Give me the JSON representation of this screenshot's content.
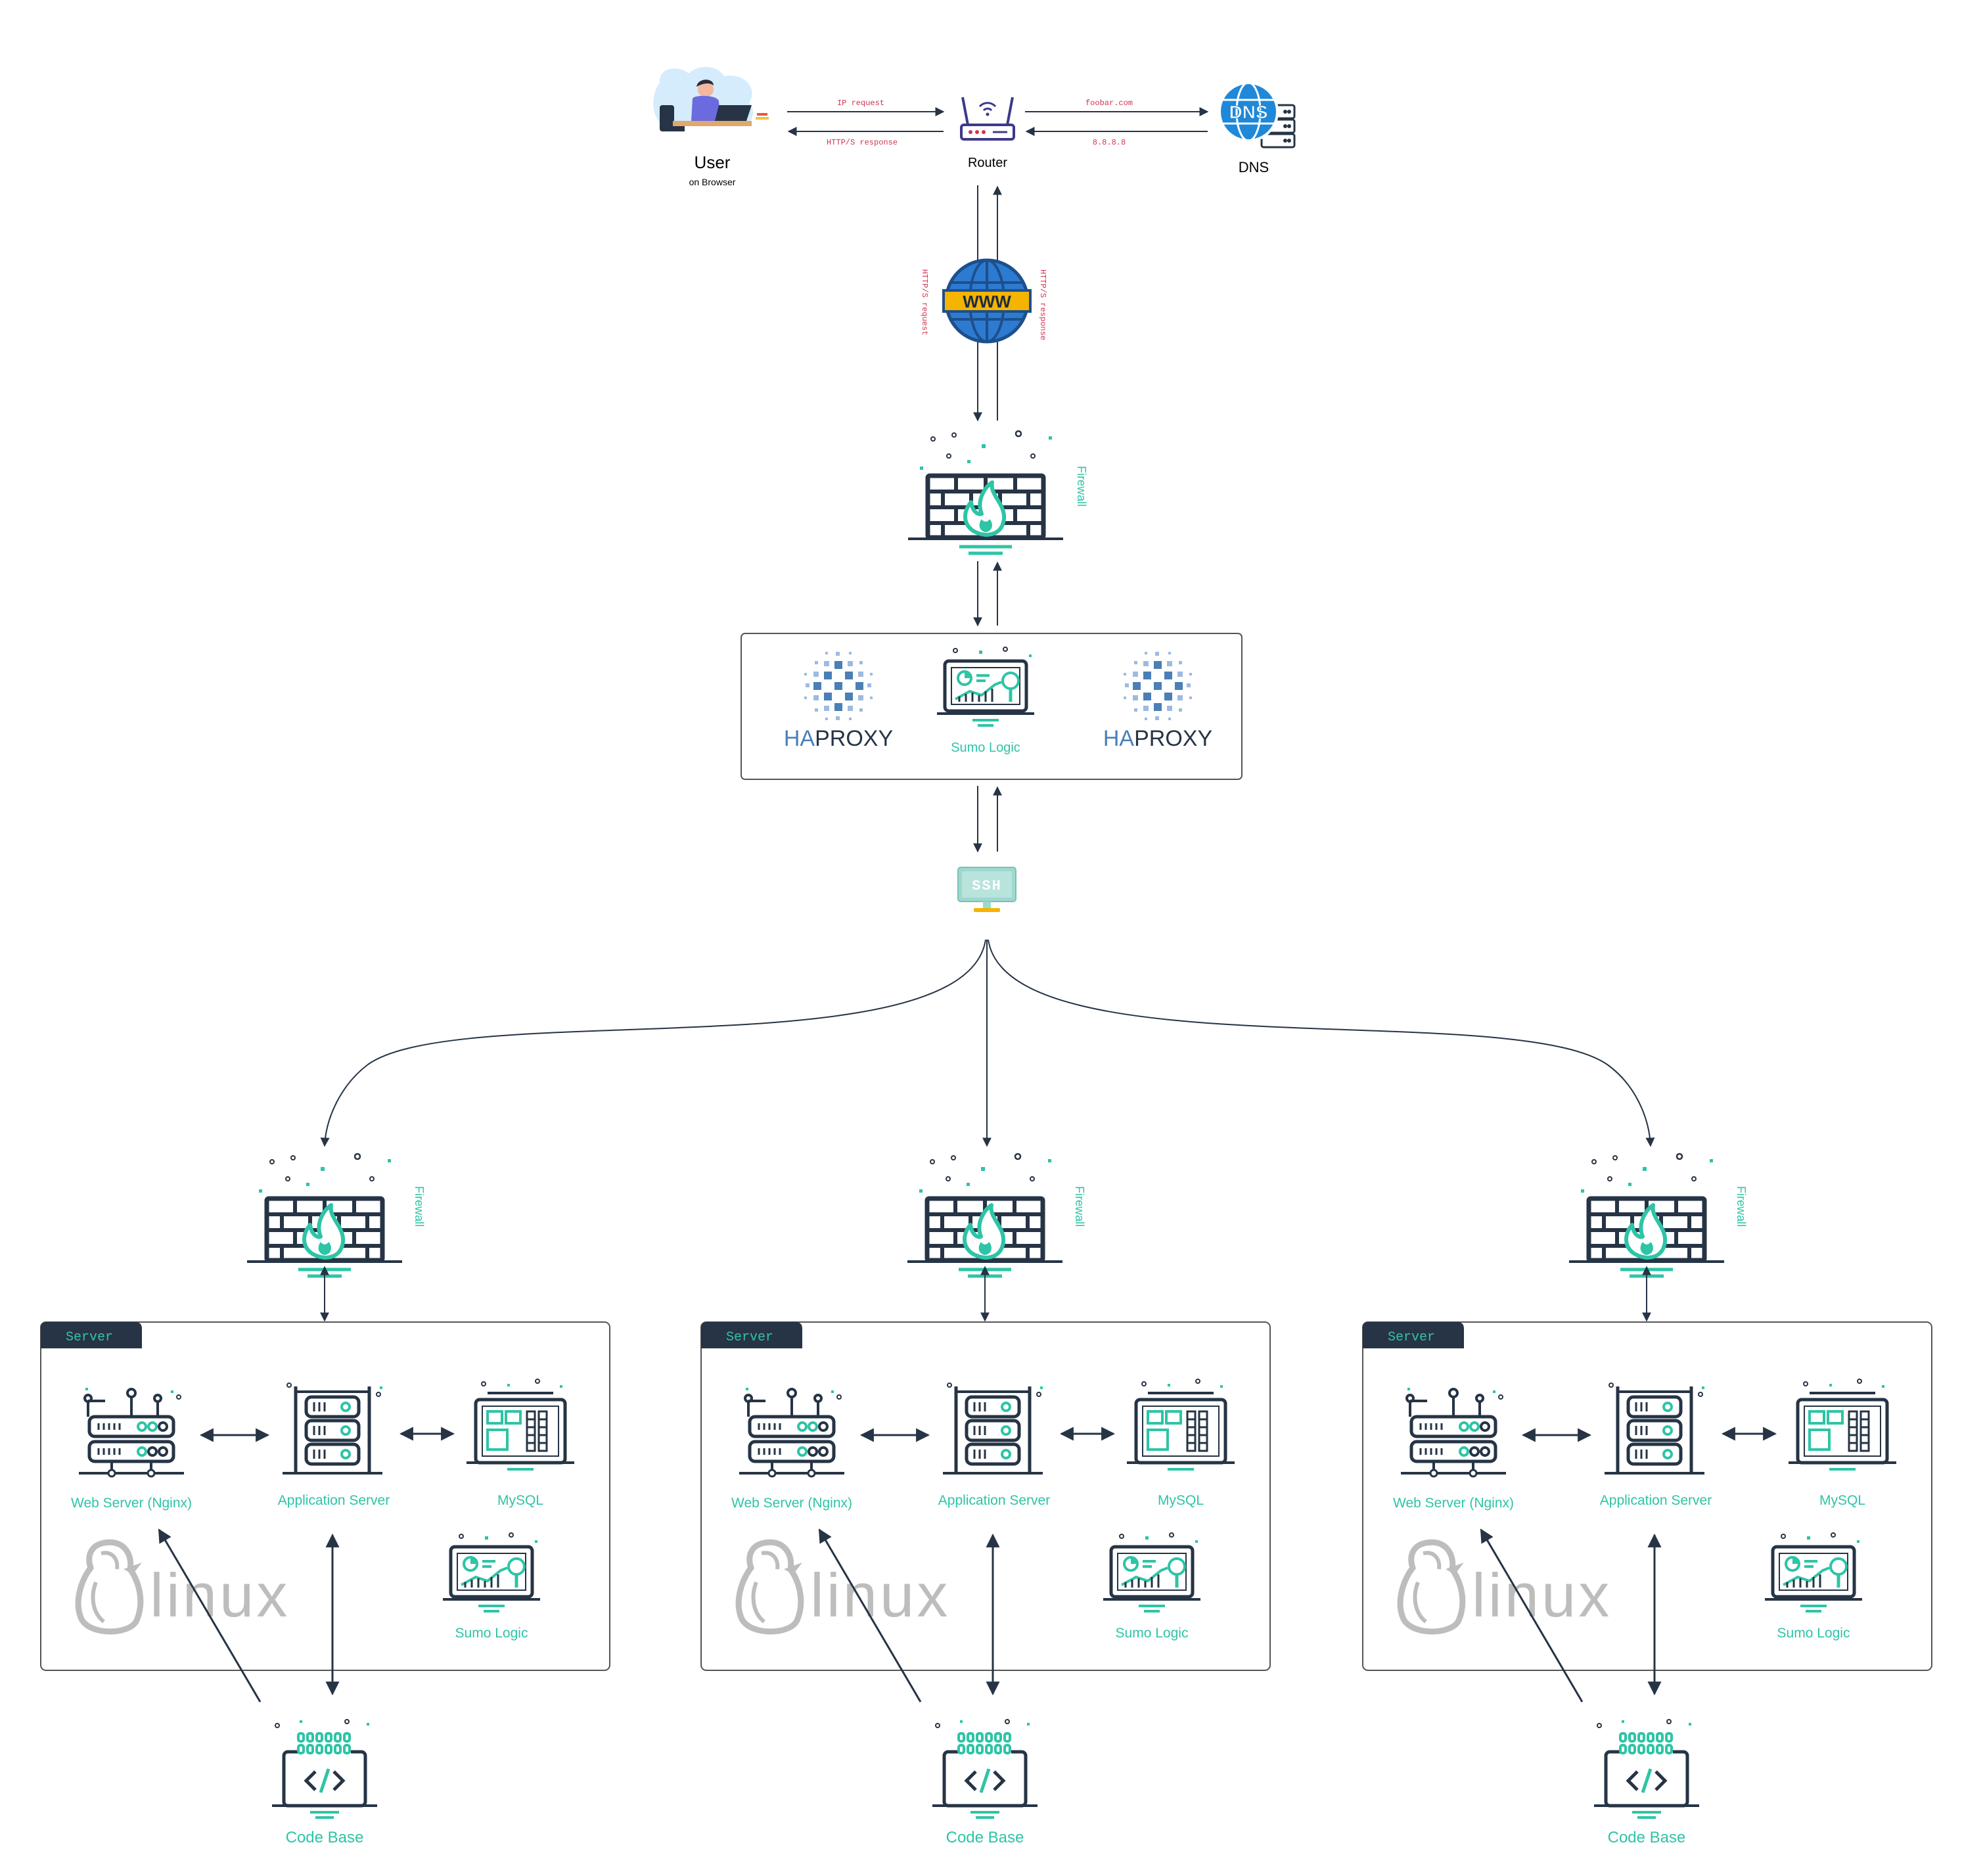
{
  "colors": {
    "teal": "#2ec4a6",
    "navy": "#263445",
    "red": "#d0344e",
    "haproxy_blue": "#4a7fb7",
    "box_border": "#555555",
    "linux_gray": "#bdbdbd"
  },
  "top": {
    "user": {
      "label": "User",
      "sublabel": "on Browser",
      "icon": "user-laptop-icon"
    },
    "router": {
      "label": "Router",
      "icon": "router-icon"
    },
    "dns": {
      "label": "DNS",
      "badge": "DNS",
      "icon": "dns-server-icon"
    },
    "edges": {
      "ip_request": "IP request",
      "https_response_top": "HTTP/S response",
      "foobar": "foobar.com",
      "ip_8888": "8.8.8.8",
      "https_request": "HTTP/S request",
      "https_response_vertical": "HTTP/S response"
    }
  },
  "www": {
    "badge": "WWW",
    "icon": "www-globe-icon"
  },
  "main_firewall": {
    "label": "Firewall",
    "icon": "firewall-icon"
  },
  "load_balancer": {
    "haproxy_left": {
      "prefix": "HA",
      "suffix": "PROXY",
      "icon": "haproxy-logo-icon"
    },
    "sumo": {
      "label": "Sumo Logic",
      "icon": "sumo-logic-monitor-icon"
    },
    "haproxy_right": {
      "prefix": "HA",
      "suffix": "PROXY",
      "icon": "haproxy-logo-icon"
    }
  },
  "ssh": {
    "label": "SSH",
    "icon": "ssh-terminal-icon"
  },
  "clusters": [
    {
      "firewall": "Firewall",
      "server_tab": "Server",
      "web_server": "Web Server (Nginx)",
      "app_server": "Application Server",
      "mysql": "MySQL",
      "sumo": "Sumo Logic",
      "linux": "linux",
      "code_base": "Code Base"
    },
    {
      "firewall": "Firewall",
      "server_tab": "Server",
      "web_server": "Web Server (Nginx)",
      "app_server": "Application Server",
      "mysql": "MySQL",
      "sumo": "Sumo Logic",
      "linux": "linux",
      "code_base": "Code Base"
    },
    {
      "firewall": "Firewall",
      "server_tab": "Server",
      "web_server": "Web Server (Nginx)",
      "app_server": "Application Server",
      "mysql": "MySQL",
      "sumo": "Sumo Logic",
      "linux": "linux",
      "code_base": "Code Base"
    }
  ]
}
